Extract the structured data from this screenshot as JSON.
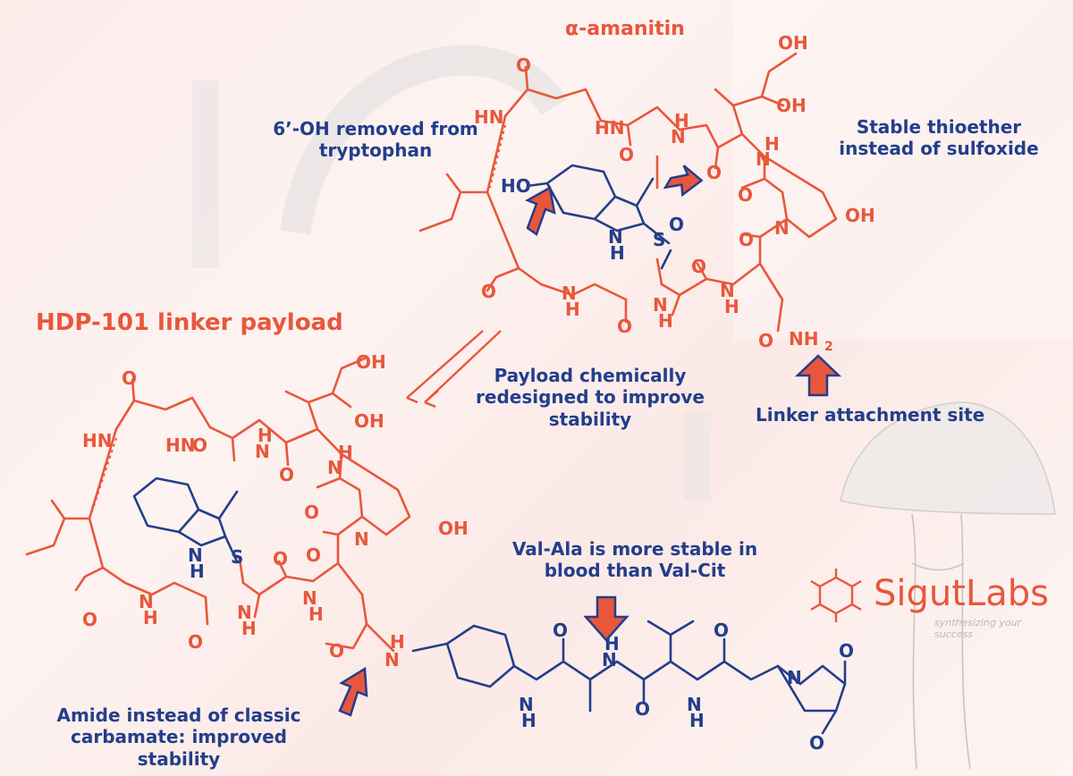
{
  "titles": {
    "amanitin": "α-amanitin",
    "hdp101": "HDP-101 linker payload"
  },
  "annotations": {
    "oh_removed": [
      "6’-OH removed from",
      "tryptophan"
    ],
    "thioether": [
      "Stable thioether",
      "instead of sulfoxide"
    ],
    "linker_site": "Linker attachment site",
    "payload_redesign": [
      "Payload chemically",
      "redesigned to improve",
      "stability"
    ],
    "val_ala": [
      "Val-Ala is more stable in",
      "blood than Val-Cit"
    ],
    "amide": [
      "Amide instead of classic",
      "carbamate: improved stability"
    ]
  },
  "logo": {
    "name": "SigutLabs",
    "tagline": "synthesizing your success"
  },
  "colors": {
    "orange": "#e8573c",
    "blue": "#233e8b"
  }
}
